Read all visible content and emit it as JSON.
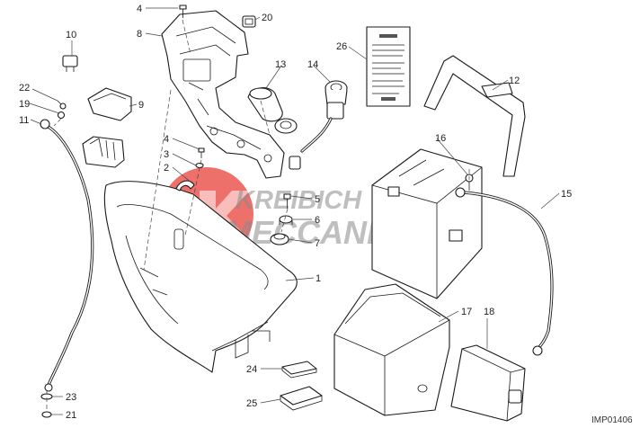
{
  "diagram": {
    "callouts": [
      {
        "id": "c1",
        "text": "1"
      },
      {
        "id": "c2",
        "text": "2"
      },
      {
        "id": "c3",
        "text": "3"
      },
      {
        "id": "c4a",
        "text": "4"
      },
      {
        "id": "c4b",
        "text": "4"
      },
      {
        "id": "c5",
        "text": "5"
      },
      {
        "id": "c6",
        "text": "6"
      },
      {
        "id": "c7",
        "text": "7"
      },
      {
        "id": "c8",
        "text": "8"
      },
      {
        "id": "c9",
        "text": "9"
      },
      {
        "id": "c10",
        "text": "10"
      },
      {
        "id": "c11",
        "text": "11"
      },
      {
        "id": "c12",
        "text": "12"
      },
      {
        "id": "c13",
        "text": "13"
      },
      {
        "id": "c14",
        "text": "14"
      },
      {
        "id": "c15",
        "text": "15"
      },
      {
        "id": "c16",
        "text": "16"
      },
      {
        "id": "c17",
        "text": "17"
      },
      {
        "id": "c18",
        "text": "18"
      },
      {
        "id": "c19",
        "text": "19"
      },
      {
        "id": "c20",
        "text": "20"
      },
      {
        "id": "c21",
        "text": "21"
      },
      {
        "id": "c22",
        "text": "22"
      },
      {
        "id": "c23",
        "text": "23"
      },
      {
        "id": "c24",
        "text": "24"
      },
      {
        "id": "c25",
        "text": "25"
      },
      {
        "id": "c26",
        "text": "26"
      }
    ],
    "drawing_code": "IMP01406",
    "watermark": {
      "line1": "KREIBICH",
      "line2": "MECCANICA",
      "color": "#e8403a"
    }
  }
}
